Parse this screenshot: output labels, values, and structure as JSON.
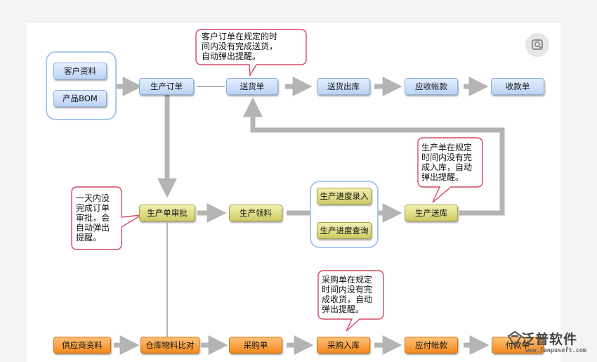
{
  "nodes": {
    "customer_data": "客户资料",
    "product_bom": "产品BOM",
    "production_order": "生产订单",
    "delivery_order": "送货单",
    "delivery_out": "送货出库",
    "receivable": "应收帐款",
    "receipt": "收款单",
    "production_review": "生产单审批",
    "production_material": "生产领料",
    "progress_entry": "生产进度录入",
    "progress_query": "生产进度查询",
    "production_stock_in": "生产送库",
    "supplier_data": "供应商资料",
    "warehouse_compare": "仓库物料比对",
    "purchase_order": "采购单",
    "purchase_stock_in": "采购入库",
    "payable": "应付帐款",
    "payment": "付款单"
  },
  "callouts": {
    "customer_order": "客户订单在规定的时\n间内没有完成送货，\n自动弹出提醒。",
    "production_stock": "生产单在规定\n时间内没有完\n成入库，自动\n弹出提醒。",
    "one_day": "一天内没\n完成订单\n审批，会\n自动弹出\n提醒。",
    "purchase": "采购单在规定\n时间内没有完\n成收货，自动\n弹出提醒。"
  },
  "logo": {
    "name": "泛普软件",
    "url": "www.fanpusoft.com"
  },
  "colors": {
    "arrow": "#b4b4b4",
    "callout_border": "#d44a64",
    "group_border": "#a9c7ee",
    "blue_node": "#bcd3f6",
    "olive_node": "#cfcb66",
    "orange_node": "#f5891c"
  }
}
